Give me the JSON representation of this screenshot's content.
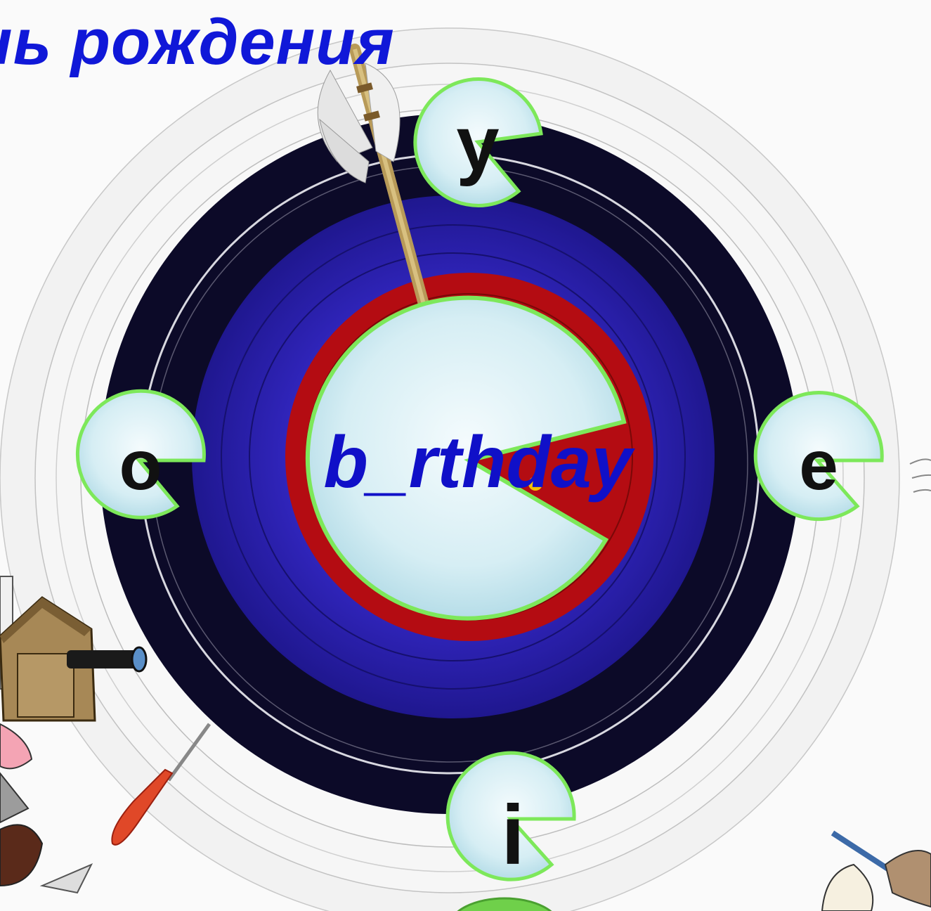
{
  "title": "нь рождения",
  "word": "b_rthday",
  "options": {
    "top": "y",
    "left": "o",
    "right": "e",
    "bottom": "i"
  },
  "colors": {
    "title": "#1018d8",
    "word": "#1010c8",
    "bubble_border": "#7de85a",
    "target_black": "#0c0a28",
    "target_blue": "#2a1fb0",
    "target_red": "#b40c12"
  },
  "icons": [
    "arrow-icon",
    "birdhouse-icon",
    "dart-icon",
    "telescope-icon"
  ]
}
